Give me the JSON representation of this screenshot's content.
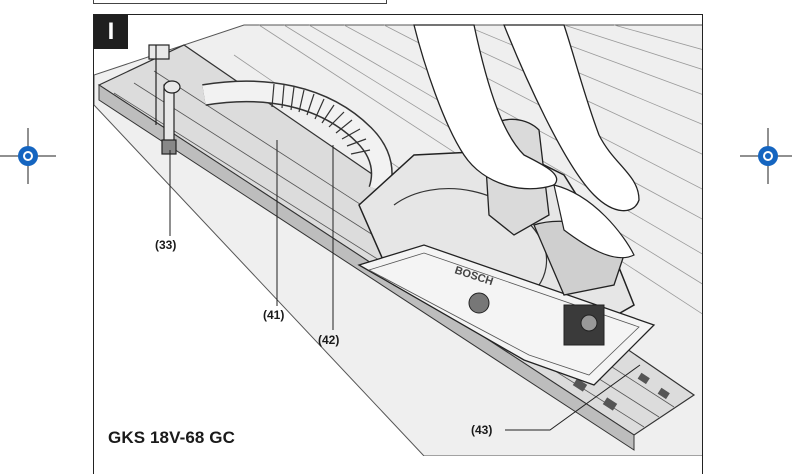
{
  "figure": {
    "tag": "I",
    "model": "GKS 18V-68 GC",
    "brand": "BOSCH",
    "callouts": {
      "c33": "(33)",
      "c41": "(41)",
      "c42": "(42)",
      "c43": "(43)"
    }
  },
  "colors": {
    "frame": "#222222",
    "tag_bg": "#1f1f1f",
    "registration": "#1565c0"
  }
}
